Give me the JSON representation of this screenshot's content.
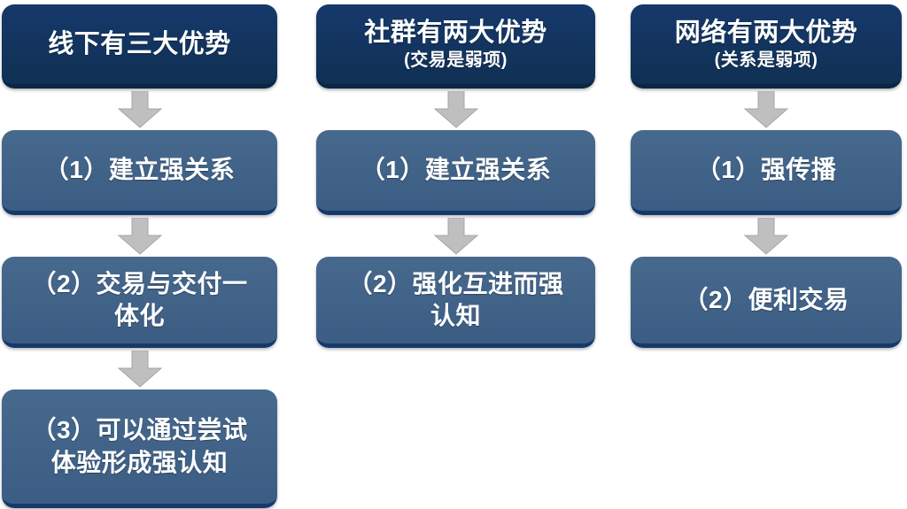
{
  "diagram": {
    "type": "three-column-flowchart",
    "colors": {
      "header_fill": "#123a6b",
      "header_bevel": "#0b2644",
      "step_fill": "#41628a",
      "step_bevel": "#16396b",
      "arrow_fill": "#bfbfbf",
      "arrow_stroke": "#a6a6a6",
      "text": "#ffffff",
      "background": "#ffffff"
    },
    "columns": [
      {
        "id": "offline",
        "header": {
          "title": "线下有三大优势",
          "subtitle": ""
        },
        "arrow_icon": "down-arrow-icon",
        "steps": [
          {
            "label": "（1）建立强关系"
          },
          {
            "label": "（2）交易与交付一体化"
          },
          {
            "label": "（3）可以通过尝试体验形成强认知"
          }
        ]
      },
      {
        "id": "community",
        "header": {
          "title": "社群有两大优势",
          "subtitle": "(交易是弱项)"
        },
        "arrow_icon": "down-arrow-icon",
        "steps": [
          {
            "label": "（1）建立强关系"
          },
          {
            "label": "（2）强化互进而强认知"
          }
        ]
      },
      {
        "id": "network",
        "header": {
          "title": "网络有两大优势",
          "subtitle": "(关系是弱项)"
        },
        "arrow_icon": "down-arrow-icon",
        "steps": [
          {
            "label": "（1）强传播"
          },
          {
            "label": "（2）便利交易"
          }
        ]
      }
    ]
  }
}
